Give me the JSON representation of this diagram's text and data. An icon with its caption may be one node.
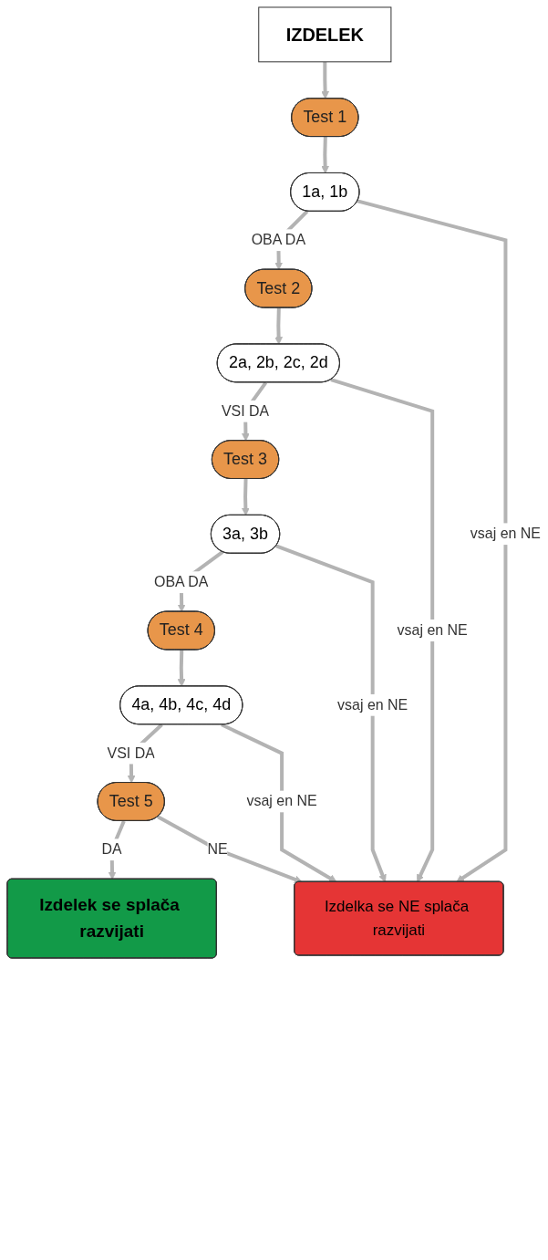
{
  "diagram": {
    "nodes": [
      {
        "text": [
          "IZDELEK"
        ]
      },
      {
        "text": [
          "Test 1"
        ]
      },
      {
        "text": [
          "1a, 1b"
        ]
      },
      {
        "text": [
          "Test 2"
        ]
      },
      {
        "text": [
          "2a, 2b, 2c, 2d"
        ]
      },
      {
        "text": [
          "Test 3"
        ]
      },
      {
        "text": [
          "3a, 3b"
        ]
      },
      {
        "text": [
          "Test 4"
        ]
      },
      {
        "text": [
          "4a, 4b, 4c, 4d"
        ]
      },
      {
        "text": [
          "Test 5"
        ]
      },
      {
        "text": [
          "Izdelek se splača razvijati"
        ]
      },
      {
        "text": [
          "Izdelka se NE splača razvijati"
        ]
      }
    ],
    "edges": [
      {
        "from": 0,
        "to": 1,
        "arrow": "to"
      },
      {
        "from": 1,
        "to": 2,
        "arrow": "to"
      },
      {
        "from": 2,
        "to": 3,
        "arrow": "to",
        "label": "OBA DA"
      },
      {
        "from": 3,
        "to": 4,
        "arrow": "to"
      },
      {
        "from": 4,
        "to": 5,
        "arrow": "to",
        "label": "VSI DA"
      },
      {
        "from": 5,
        "to": 6,
        "arrow": "to"
      },
      {
        "from": 6,
        "to": 7,
        "arrow": "to",
        "label": "OBA DA"
      },
      {
        "from": 7,
        "to": 8,
        "arrow": "to"
      },
      {
        "from": 8,
        "to": 9,
        "arrow": "to",
        "label": "VSI DA"
      },
      {
        "from": 9,
        "to": 10,
        "arrow": "to",
        "label": "DA"
      },
      {
        "from": 2,
        "to": 11,
        "arrow": "to",
        "label": "vsaj en NE"
      },
      {
        "from": 4,
        "to": 11,
        "arrow": "to",
        "label": "vsaj en NE"
      },
      {
        "from": 6,
        "to": 11,
        "arrow": "to",
        "label": "vsaj en NE"
      },
      {
        "from": 8,
        "to": 11,
        "arrow": "to",
        "label": "vsaj en NE"
      },
      {
        "from": 9,
        "to": 11,
        "arrow": "to",
        "label": "NE"
      }
    ]
  }
}
